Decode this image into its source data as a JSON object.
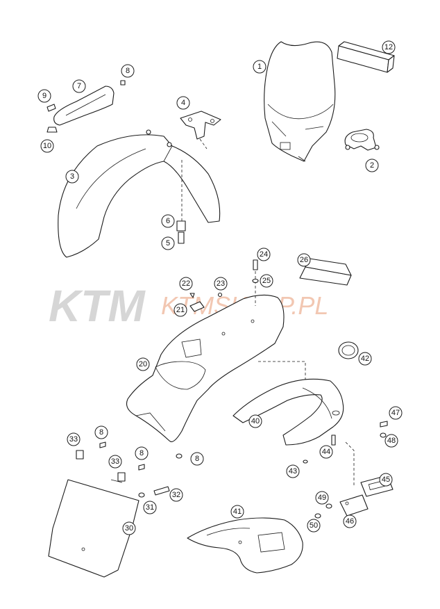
{
  "watermark": {
    "logo": "KTM",
    "site": "KTMSKLEP.PL"
  },
  "callouts": [
    {
      "id": "c1",
      "label": "1"
    },
    {
      "id": "c2",
      "label": "2"
    },
    {
      "id": "c3",
      "label": "3"
    },
    {
      "id": "c4",
      "label": "4"
    },
    {
      "id": "c5",
      "label": "5"
    },
    {
      "id": "c6",
      "label": "6"
    },
    {
      "id": "c7",
      "label": "7"
    },
    {
      "id": "c8a",
      "label": "8"
    },
    {
      "id": "c9",
      "label": "9"
    },
    {
      "id": "c10",
      "label": "10"
    },
    {
      "id": "c12",
      "label": "12"
    },
    {
      "id": "c20",
      "label": "20"
    },
    {
      "id": "c21",
      "label": "21"
    },
    {
      "id": "c22",
      "label": "22"
    },
    {
      "id": "c23",
      "label": "23"
    },
    {
      "id": "c24",
      "label": "24"
    },
    {
      "id": "c25",
      "label": "25"
    },
    {
      "id": "c26",
      "label": "26"
    },
    {
      "id": "c8b",
      "label": "8"
    },
    {
      "id": "c8c",
      "label": "8"
    },
    {
      "id": "c8d",
      "label": "8"
    },
    {
      "id": "c30",
      "label": "30"
    },
    {
      "id": "c31",
      "label": "31"
    },
    {
      "id": "c32",
      "label": "32"
    },
    {
      "id": "c33a",
      "label": "33"
    },
    {
      "id": "c33b",
      "label": "33"
    },
    {
      "id": "c40",
      "label": "40"
    },
    {
      "id": "c41",
      "label": "41"
    },
    {
      "id": "c42",
      "label": "42"
    },
    {
      "id": "c43",
      "label": "43"
    },
    {
      "id": "c44",
      "label": "44"
    },
    {
      "id": "c45",
      "label": "45"
    },
    {
      "id": "c46",
      "label": "46"
    },
    {
      "id": "c47",
      "label": "47"
    },
    {
      "id": "c48",
      "label": "48"
    },
    {
      "id": "c49",
      "label": "49"
    },
    {
      "id": "c50",
      "label": "50"
    }
  ]
}
